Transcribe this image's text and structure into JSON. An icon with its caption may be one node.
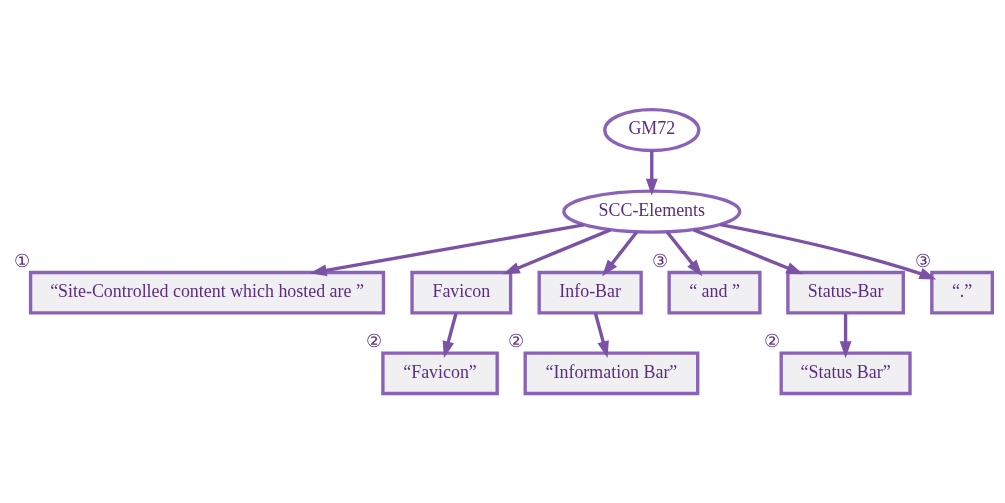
{
  "diagram": {
    "nodes": [
      {
        "text": [
          "GM72"
        ]
      },
      {
        "text": [
          "SCC-Elements"
        ]
      },
      {
        "text": [
          "“Site-Controlled content which hosted are ”"
        ],
        "beside": [
          "①"
        ]
      },
      {
        "text": [
          "Favicon"
        ]
      },
      {
        "text": [
          "Info-Bar"
        ]
      },
      {
        "text": [
          "“ and ”"
        ],
        "beside": [
          "③"
        ]
      },
      {
        "text": [
          "Status-Bar"
        ]
      },
      {
        "text": [
          "“.”"
        ],
        "beside": [
          "③"
        ]
      },
      {
        "text": [
          "“Favicon”"
        ],
        "beside": [
          "②"
        ]
      },
      {
        "text": [
          "“Information Bar”"
        ],
        "beside": [
          "②"
        ]
      },
      {
        "text": [
          "“Status Bar”"
        ],
        "beside": [
          "②"
        ]
      }
    ],
    "edges": [
      {
        "from": 0,
        "to": 1,
        "arrow": "to"
      },
      {
        "from": 1,
        "to": 2,
        "arrow": "to"
      },
      {
        "from": 1,
        "to": 3,
        "arrow": "to"
      },
      {
        "from": 1,
        "to": 4,
        "arrow": "to"
      },
      {
        "from": 1,
        "to": 5,
        "arrow": "to"
      },
      {
        "from": 1,
        "to": 6,
        "arrow": "to"
      },
      {
        "from": 1,
        "to": 7,
        "arrow": "to"
      },
      {
        "from": 3,
        "to": 8,
        "arrow": "to"
      },
      {
        "from": 4,
        "to": 9,
        "arrow": "to"
      },
      {
        "from": 6,
        "to": 10,
        "arrow": "to"
      }
    ]
  }
}
